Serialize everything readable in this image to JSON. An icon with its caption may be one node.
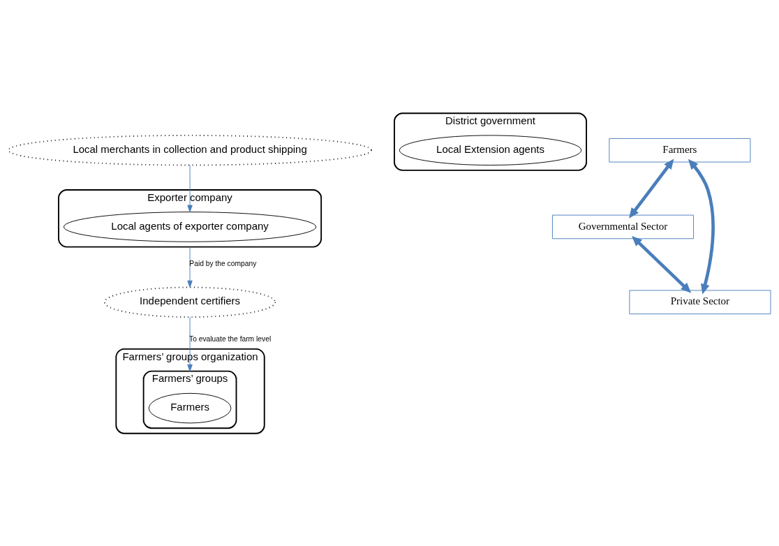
{
  "diagram": {
    "nodes": [
      {
        "text": [
          "Farmers’ groups organization"
        ]
      },
      {
        "text": [
          "Farmers’ groups"
        ],
        "in": 0
      },
      {
        "text": [
          "Farmers"
        ],
        "in": 1
      },
      {
        "text": [
          "District government"
        ]
      },
      {
        "text": [
          "Local Extension agents"
        ],
        "in": 3
      },
      {
        "text": [
          "Farmers"
        ]
      },
      {
        "text": [
          "Governmental Sector"
        ]
      },
      {
        "text": [
          "Private Sector"
        ]
      },
      {
        "text": [
          "Independent certifiers"
        ]
      },
      {
        "text": [
          "Exporter company"
        ]
      },
      {
        "text": [
          "Local agents of exporter company"
        ],
        "in": 9
      },
      {
        "text": [
          "Local merchants in collection and product shipping"
        ]
      }
    ],
    "edges": [
      {
        "from": 5,
        "to": 6,
        "arrow": "both",
        "style": "thick"
      },
      {
        "from": 5,
        "to": 7,
        "arrow": "both",
        "style": "thick"
      },
      {
        "from": 6,
        "to": 7,
        "arrow": "both",
        "style": "thick"
      },
      {
        "from": 8,
        "to": 1,
        "arrow": "to",
        "label": "To evaluate the farm level"
      },
      {
        "from": 9,
        "to": 8,
        "arrow": "to",
        "label": "Paid by the company"
      },
      {
        "from": 11,
        "to": 10,
        "arrow": "to"
      }
    ]
  }
}
